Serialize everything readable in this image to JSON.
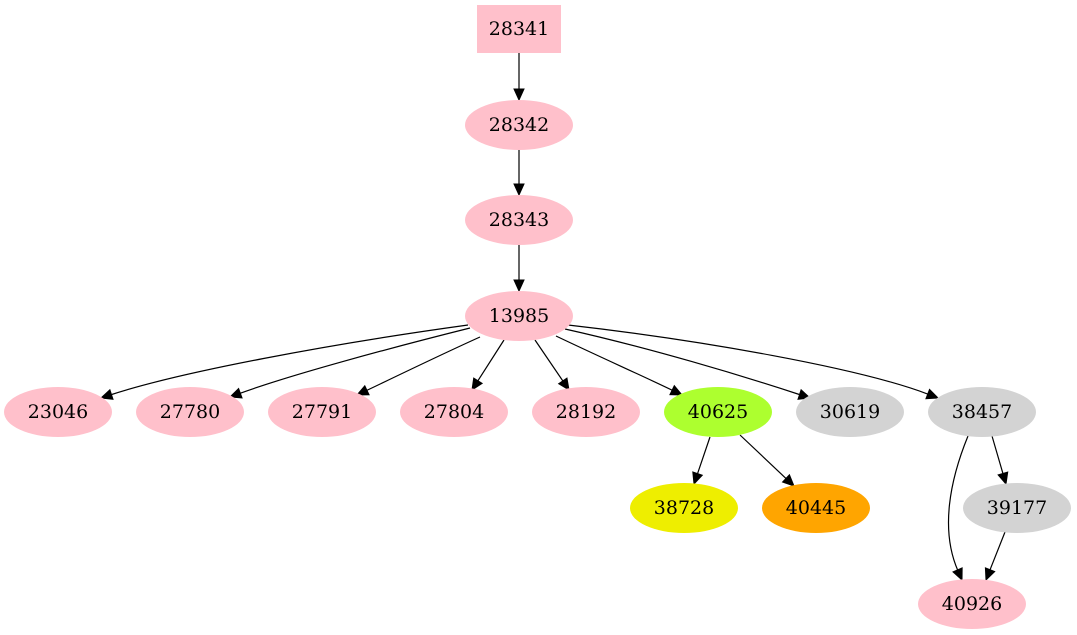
{
  "nodes": [
    {
      "id": "28341",
      "label": "28341",
      "shape": "box",
      "color": "#ffc0cb"
    },
    {
      "id": "28342",
      "label": "28342",
      "shape": "ellipse",
      "color": "#ffc0cb"
    },
    {
      "id": "28343",
      "label": "28343",
      "shape": "ellipse",
      "color": "#ffc0cb"
    },
    {
      "id": "13985",
      "label": "13985",
      "shape": "ellipse",
      "color": "#ffc0cb"
    },
    {
      "id": "23046",
      "label": "23046",
      "shape": "ellipse",
      "color": "#ffc0cb"
    },
    {
      "id": "27780",
      "label": "27780",
      "shape": "ellipse",
      "color": "#ffc0cb"
    },
    {
      "id": "27791",
      "label": "27791",
      "shape": "ellipse",
      "color": "#ffc0cb"
    },
    {
      "id": "27804",
      "label": "27804",
      "shape": "ellipse",
      "color": "#ffc0cb"
    },
    {
      "id": "28192",
      "label": "28192",
      "shape": "ellipse",
      "color": "#ffc0cb"
    },
    {
      "id": "40625",
      "label": "40625",
      "shape": "ellipse",
      "color": "#adff2f"
    },
    {
      "id": "30619",
      "label": "30619",
      "shape": "ellipse",
      "color": "#d3d3d3"
    },
    {
      "id": "38457",
      "label": "38457",
      "shape": "ellipse",
      "color": "#d3d3d3"
    },
    {
      "id": "38728",
      "label": "38728",
      "shape": "ellipse",
      "color": "#eeee00"
    },
    {
      "id": "40445",
      "label": "40445",
      "shape": "ellipse",
      "color": "#ffa500"
    },
    {
      "id": "39177",
      "label": "39177",
      "shape": "ellipse",
      "color": "#d3d3d3"
    },
    {
      "id": "40926",
      "label": "40926",
      "shape": "ellipse",
      "color": "#ffc0cb"
    }
  ],
  "edges": [
    {
      "from": "28341",
      "to": "28342"
    },
    {
      "from": "28342",
      "to": "28343"
    },
    {
      "from": "28343",
      "to": "13985"
    },
    {
      "from": "13985",
      "to": "23046"
    },
    {
      "from": "13985",
      "to": "27780"
    },
    {
      "from": "13985",
      "to": "27791"
    },
    {
      "from": "13985",
      "to": "27804"
    },
    {
      "from": "13985",
      "to": "28192"
    },
    {
      "from": "13985",
      "to": "40625"
    },
    {
      "from": "13985",
      "to": "30619"
    },
    {
      "from": "13985",
      "to": "38457"
    },
    {
      "from": "40625",
      "to": "38728"
    },
    {
      "from": "40625",
      "to": "40445"
    },
    {
      "from": "38457",
      "to": "39177"
    },
    {
      "from": "38457",
      "to": "40926"
    },
    {
      "from": "39177",
      "to": "40926"
    }
  ]
}
